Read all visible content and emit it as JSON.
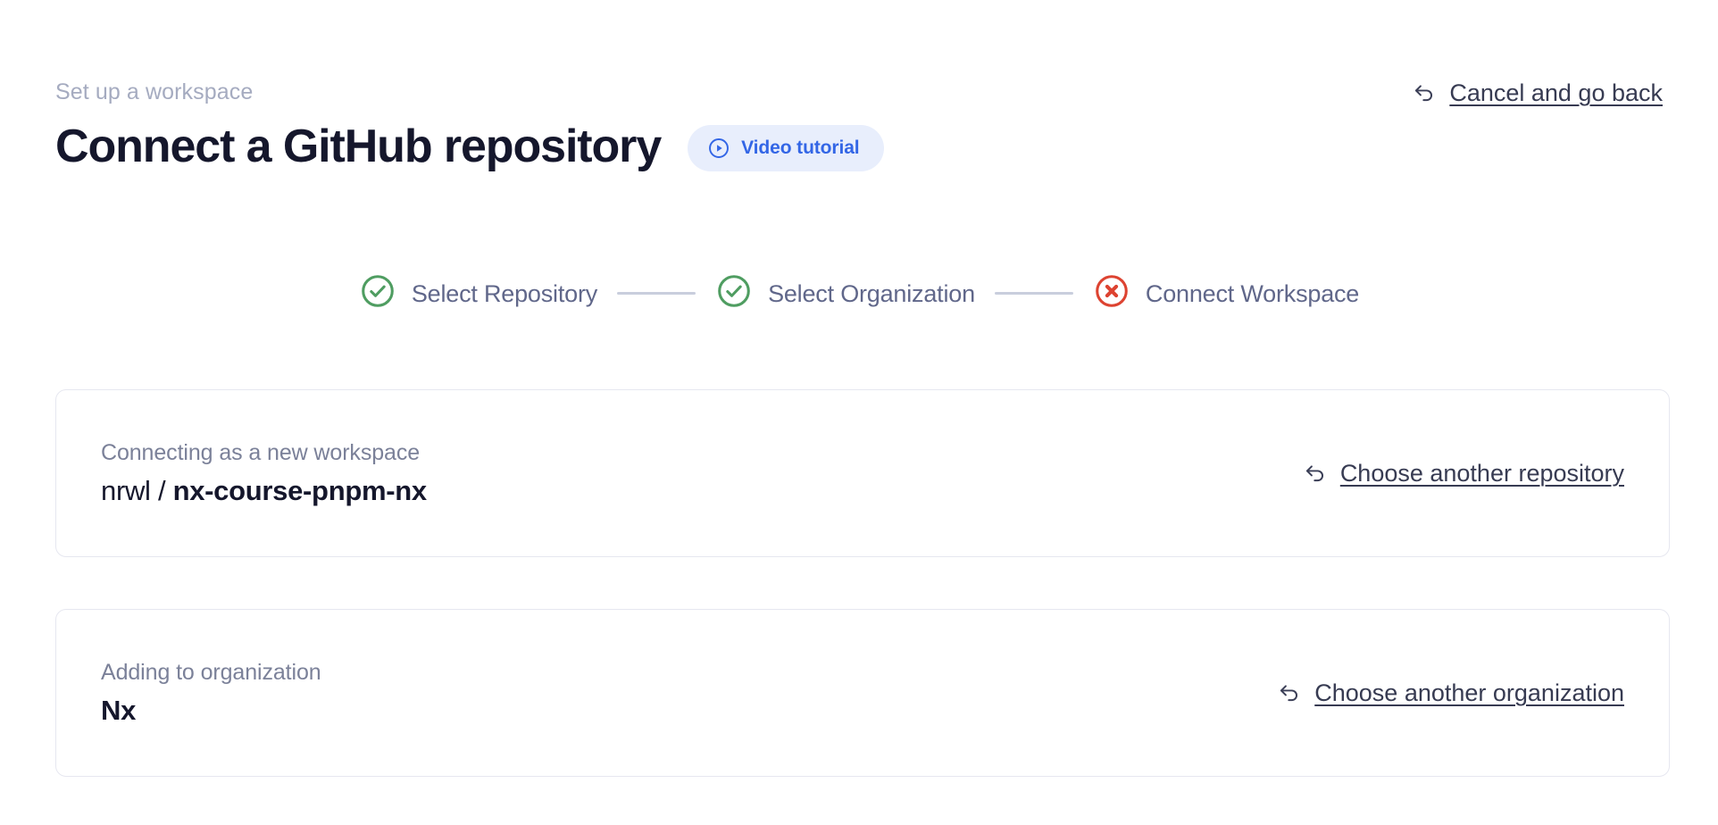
{
  "header": {
    "eyebrow": "Set up a workspace",
    "title": "Connect a GitHub repository",
    "video_badge": {
      "label": "Video tutorial",
      "icon": "play-circle-icon",
      "bg_color": "#e8eefc",
      "text_color": "#3366e6"
    },
    "cancel_link": {
      "label": "Cancel and go back",
      "icon": "arrow-uturn-left-icon"
    }
  },
  "stepper": {
    "steps": [
      {
        "label": "Select Repository",
        "state": "complete",
        "icon": "check-circle-icon",
        "color": "#4f9d61"
      },
      {
        "label": "Select Organization",
        "state": "complete",
        "icon": "check-circle-icon",
        "color": "#4f9d61"
      },
      {
        "label": "Connect Workspace",
        "state": "error",
        "icon": "x-circle-icon",
        "color": "#dd4331"
      }
    ],
    "connector_color": "#c9cedd"
  },
  "cards": [
    {
      "caption": "Connecting as a new workspace",
      "owner": "nrwl / ",
      "name": "nx-course-pnpm-nx",
      "link": {
        "label": "Choose another repository",
        "icon": "arrow-uturn-left-icon"
      }
    },
    {
      "caption": "Adding to organization",
      "owner": "",
      "name": "Nx",
      "link": {
        "label": "Choose another organization",
        "icon": "arrow-uturn-left-icon"
      }
    }
  ],
  "theme": {
    "background": "#ffffff",
    "title_color": "#15172c",
    "eyebrow_color": "#a5abc0",
    "muted_text": "#7b8199",
    "link_color": "#373b52",
    "card_border": "#e6e7f0",
    "accent_blue": "#3366e6",
    "success_green": "#4f9d61",
    "error_red": "#dd4331"
  }
}
